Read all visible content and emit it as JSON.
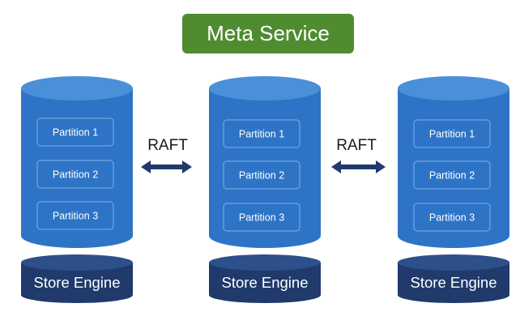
{
  "meta_service": {
    "label": "Meta Service"
  },
  "nodes": [
    {
      "partitions": [
        "Partition 1",
        "Partition 2",
        "Partition 3"
      ],
      "engine_label": "Store Engine"
    },
    {
      "partitions": [
        "Partition 1",
        "Partition 2",
        "Partition 3"
      ],
      "engine_label": "Store Engine"
    },
    {
      "partitions": [
        "Partition 1",
        "Partition 2",
        "Partition 3"
      ],
      "engine_label": "Store Engine"
    }
  ],
  "links": [
    {
      "label": "RAFT"
    },
    {
      "label": "RAFT"
    }
  ],
  "colors": {
    "meta_green": "#4f8c2f",
    "cylinder_body": "#2e74c6",
    "cylinder_top": "#4a90d9",
    "partition_border": "#7fb0e6",
    "engine_body": "#1f3a6b",
    "engine_top": "#2d4f8a",
    "arrow": "#1f3a6b"
  }
}
